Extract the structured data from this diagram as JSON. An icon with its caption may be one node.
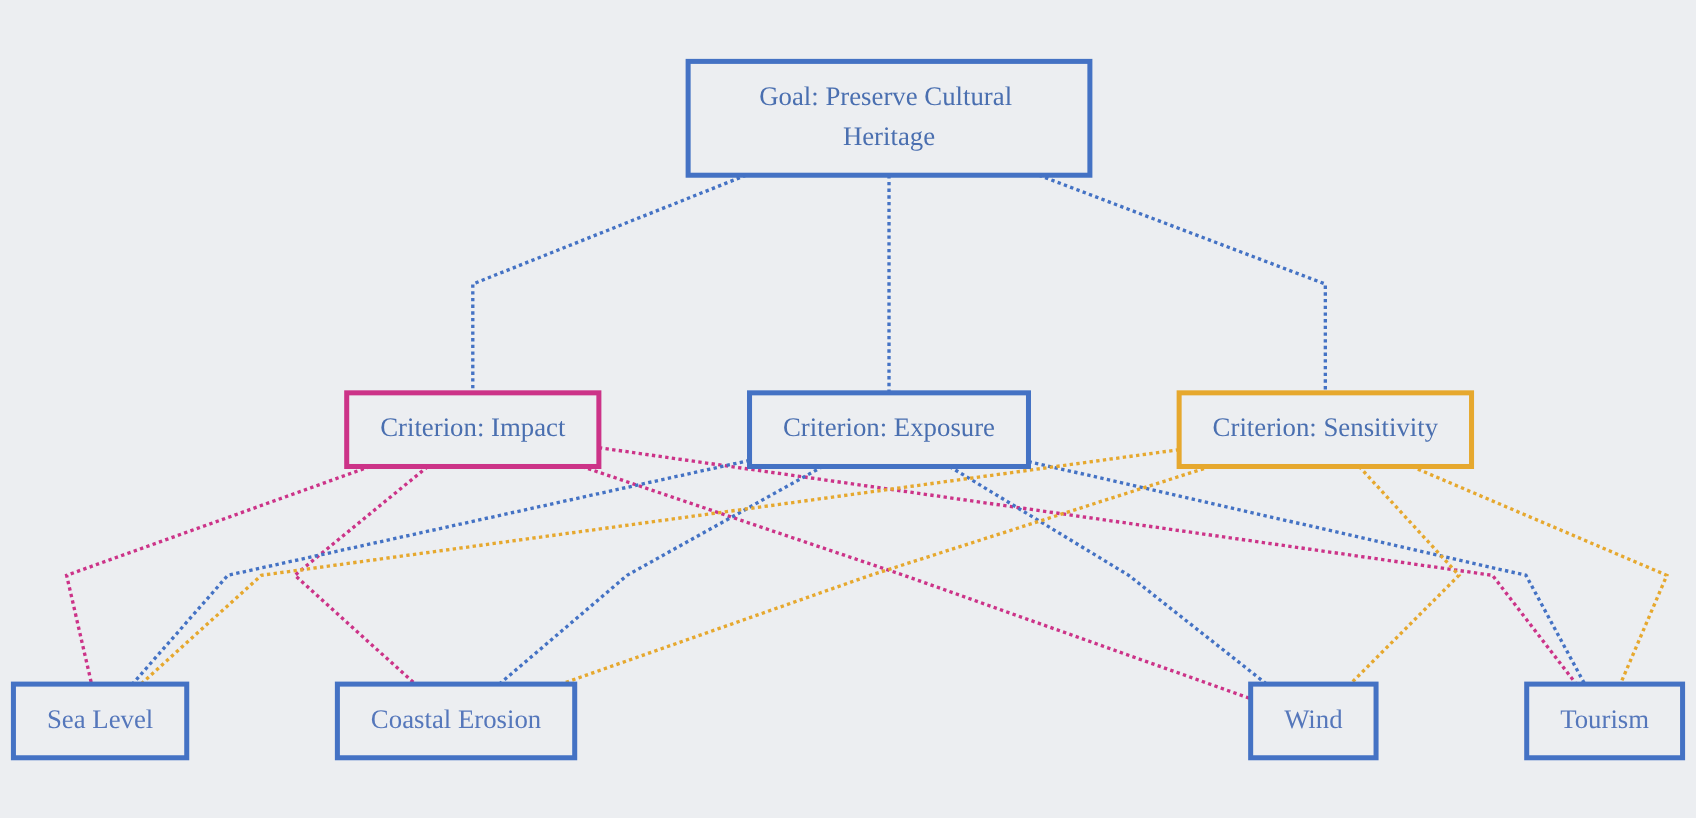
{
  "diagram": {
    "nodes": [
      {
        "text": [
          "Goal: Preserve Cultural Heritage"
        ]
      },
      {
        "text": [
          "Criterion: Impact"
        ]
      },
      {
        "text": [
          "Criterion: Exposure"
        ]
      },
      {
        "text": [
          "Criterion: Sensitivity"
        ]
      },
      {
        "text": [
          "Sea Level"
        ]
      },
      {
        "text": [
          "Coastal Erosion"
        ]
      },
      {
        "text": [
          "Wind"
        ]
      },
      {
        "text": [
          "Tourism"
        ]
      }
    ],
    "edges": [
      {
        "from": 0,
        "to": 1,
        "arrow": "none",
        "style": "dashed"
      },
      {
        "from": 0,
        "to": 2,
        "arrow": "none",
        "style": "dashed"
      },
      {
        "from": 0,
        "to": 3,
        "arrow": "none",
        "style": "dashed"
      },
      {
        "from": 1,
        "to": 4,
        "arrow": "none",
        "style": "dashed",
        "color": "#cc3388"
      },
      {
        "from": 1,
        "to": 5,
        "arrow": "none",
        "style": "dashed",
        "color": "#cc3388"
      },
      {
        "from": 1,
        "to": 6,
        "arrow": "none",
        "style": "dashed",
        "color": "#cc3388"
      },
      {
        "from": 1,
        "to": 7,
        "arrow": "none",
        "style": "dashed",
        "color": "#cc3388"
      },
      {
        "from": 2,
        "to": 4,
        "arrow": "none",
        "style": "dashed"
      },
      {
        "from": 2,
        "to": 5,
        "arrow": "none",
        "style": "dashed"
      },
      {
        "from": 2,
        "to": 6,
        "arrow": "none",
        "style": "dashed"
      },
      {
        "from": 2,
        "to": 7,
        "arrow": "none",
        "style": "dashed"
      },
      {
        "from": 3,
        "to": 4,
        "arrow": "none",
        "style": "dashed",
        "color": "#e6a82e"
      },
      {
        "from": 3,
        "to": 5,
        "arrow": "none",
        "style": "dashed",
        "color": "#e6a82e"
      },
      {
        "from": 3,
        "to": 6,
        "arrow": "none",
        "style": "dashed",
        "color": "#e6a82e"
      },
      {
        "from": 3,
        "to": 7,
        "arrow": "none",
        "style": "dashed",
        "color": "#e6a82e"
      }
    ]
  }
}
